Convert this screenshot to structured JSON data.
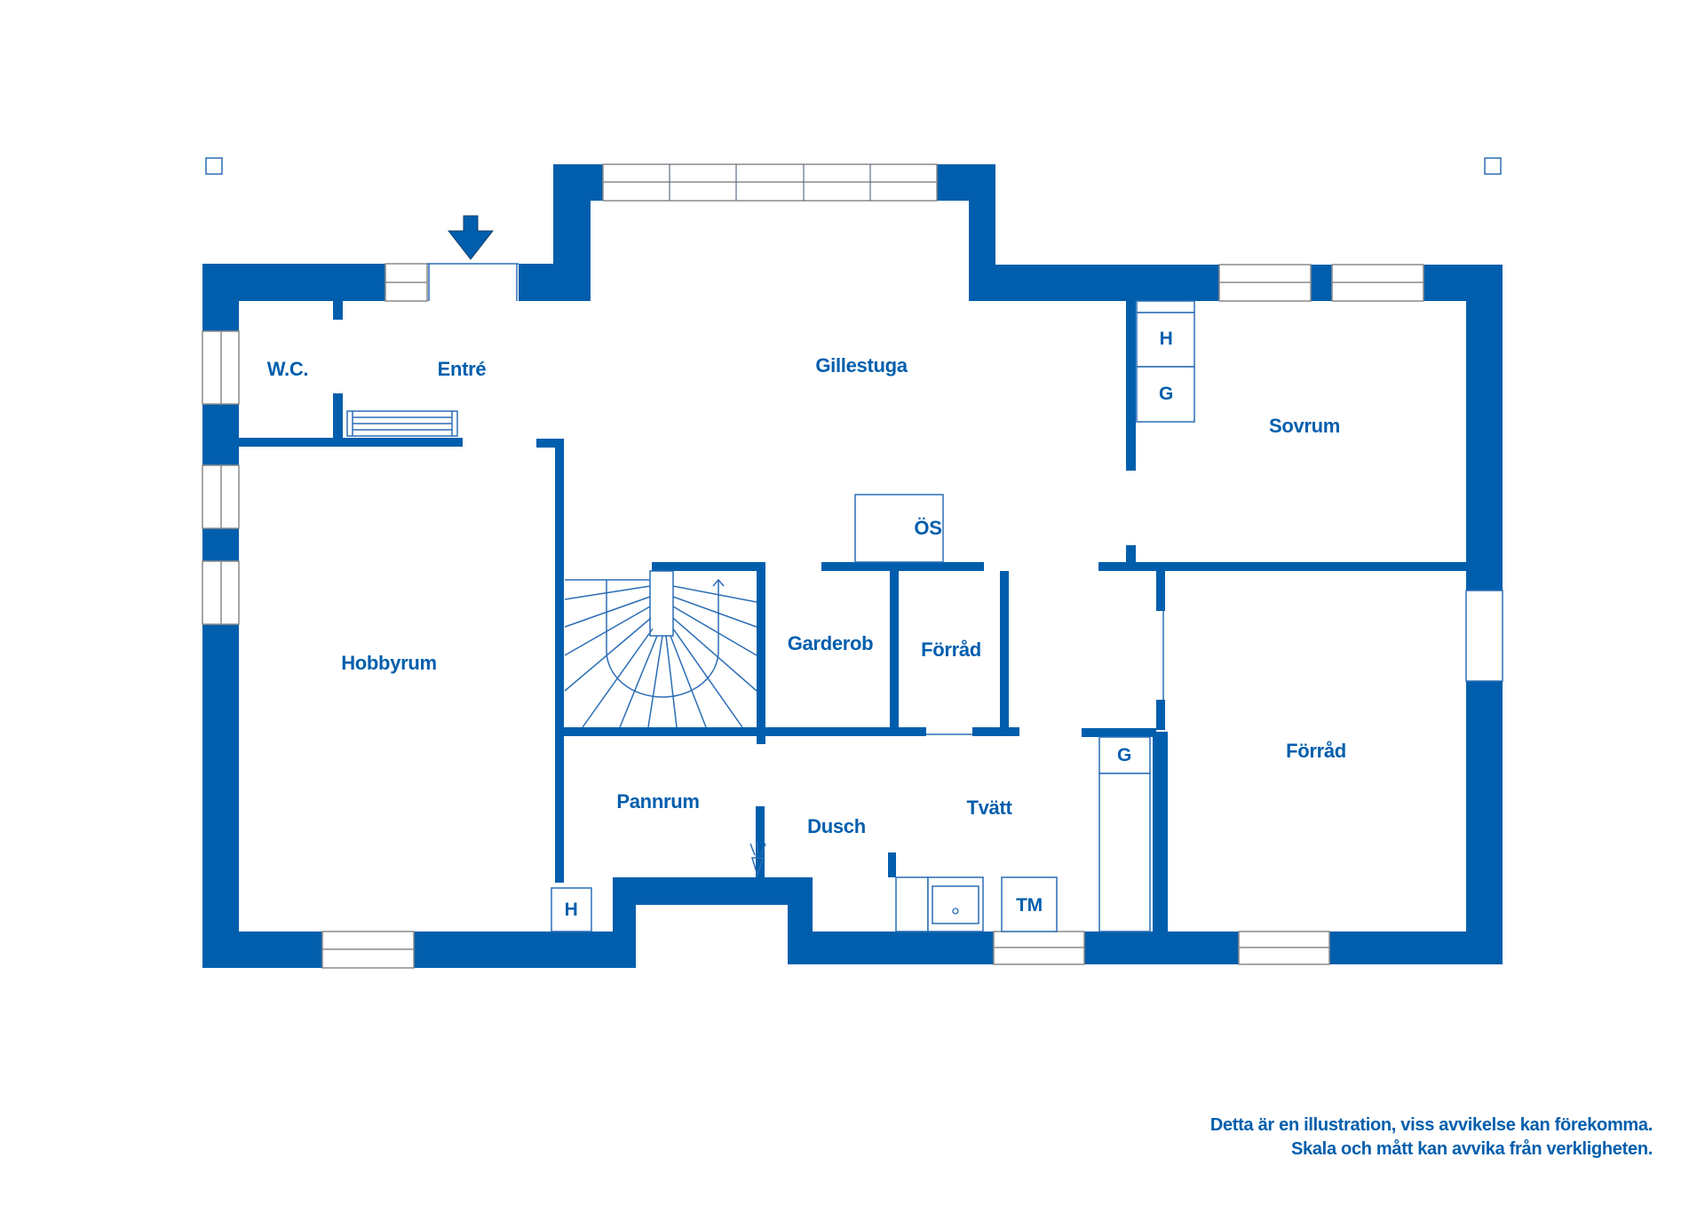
{
  "floorplan": {
    "accent_color": "#005EAD",
    "entrance_marker": "entrance-arrow-icon",
    "rooms": {
      "wc": "W.C.",
      "entre": "Entré",
      "gillestuga": "Gillestuga",
      "sovrum": "Sovrum",
      "hobbyrum": "Hobbyrum",
      "os": "ÖS",
      "garderob": "Garderob",
      "forrad_small": "Förråd",
      "forrad_large": "Förråd",
      "pannrum": "Pannrum",
      "dusch": "Dusch",
      "tvatt": "Tvätt"
    },
    "fixtures": {
      "sovrum_h": "H",
      "sovrum_g": "G",
      "tvatt_g": "G",
      "pannrum_h": "H",
      "tm": "TM"
    }
  },
  "disclaimer": {
    "line1": "Detta är en illustration, viss avvikelse kan förekomma.",
    "line2": "Skala och mått kan avvika från verkligheten."
  }
}
